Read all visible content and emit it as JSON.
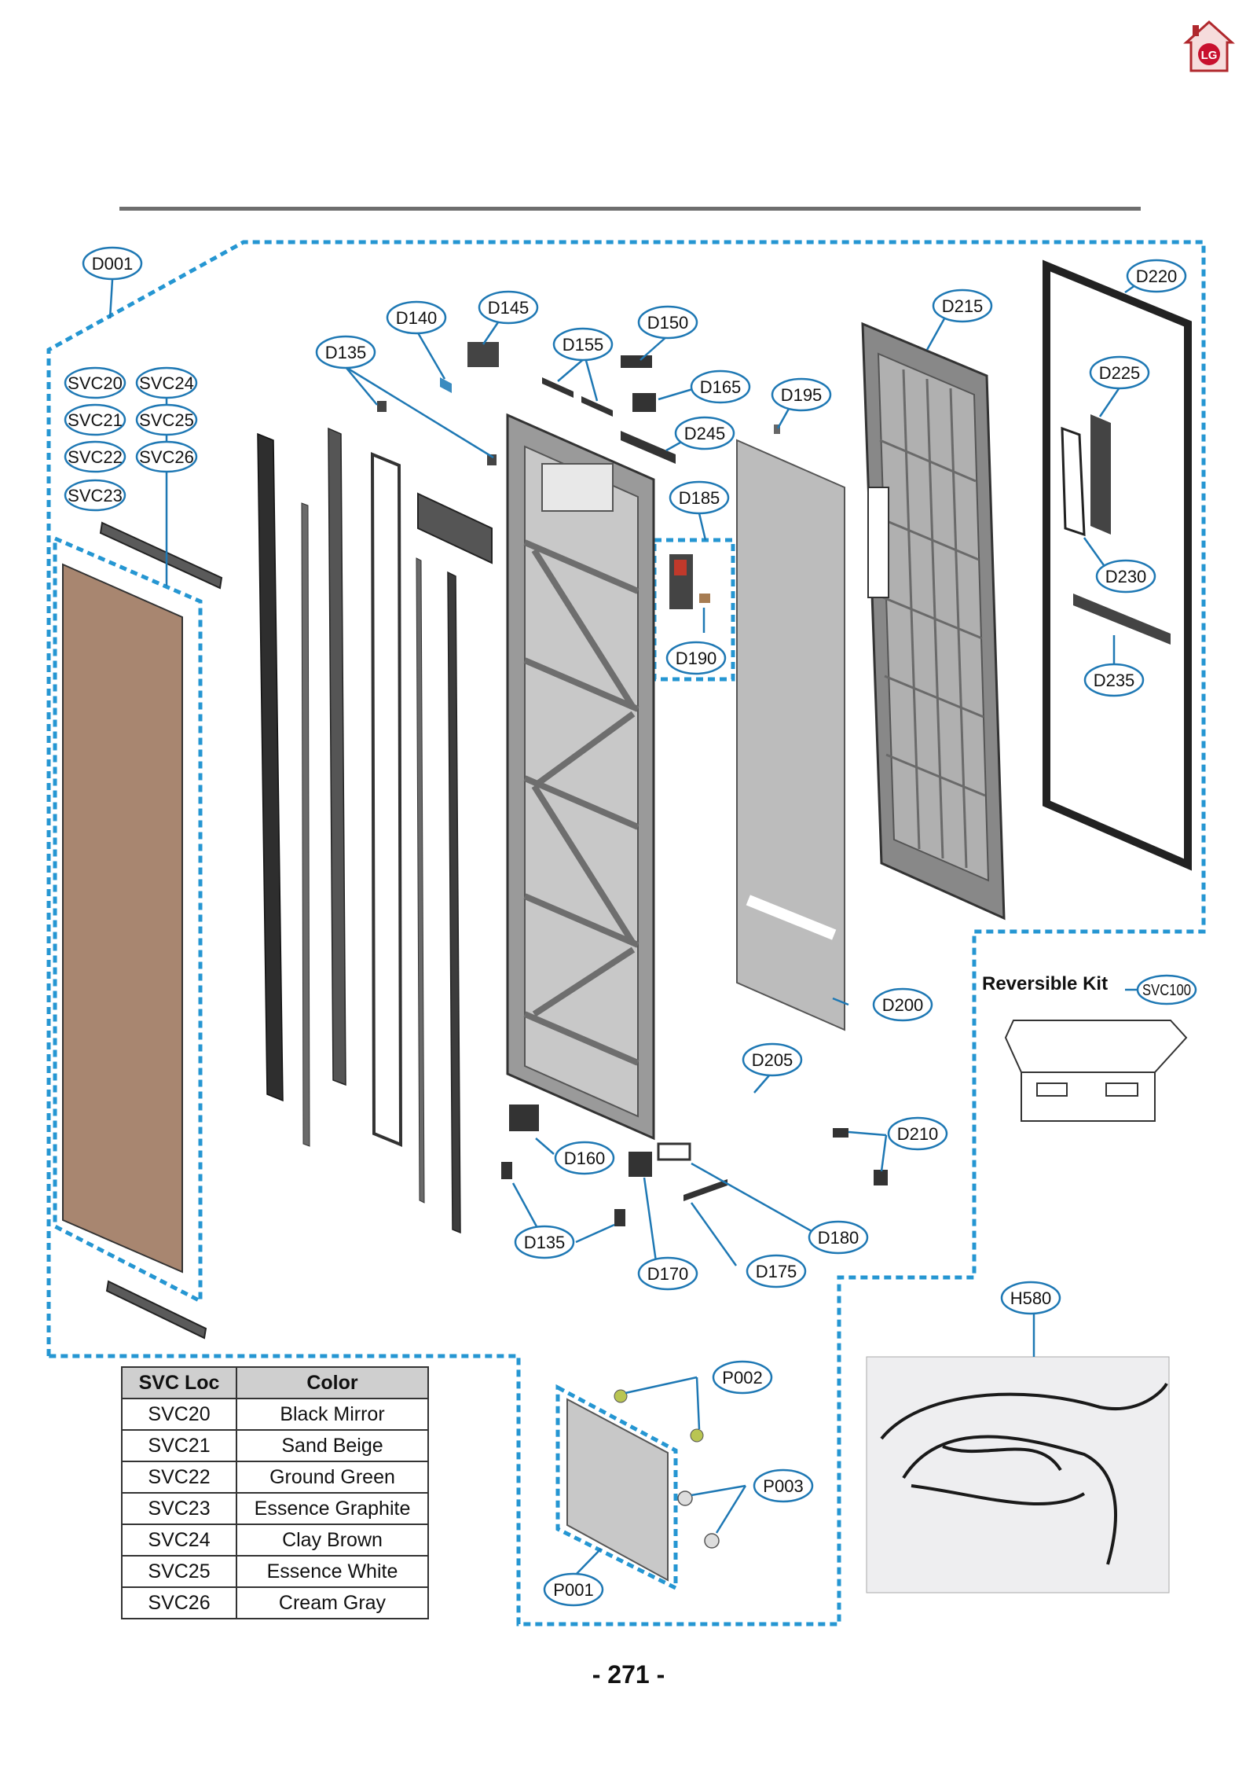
{
  "page": {
    "number": "- 271 -"
  },
  "colors": {
    "accent": "#2596d2",
    "callout_border": "#1e78b4",
    "panel": "#a88670"
  },
  "callouts": {
    "D001": "D001",
    "D135": "D135",
    "D140": "D140",
    "D145": "D145",
    "D150": "D150",
    "D155": "D155",
    "D160": "D160",
    "D165": "D165",
    "D170": "D170",
    "D175": "D175",
    "D180": "D180",
    "D185": "D185",
    "D190": "D190",
    "D195": "D195",
    "D200": "D200",
    "D205": "D205",
    "D210": "D210",
    "D215": "D215",
    "D220": "D220",
    "D225": "D225",
    "D230": "D230",
    "D235": "D235",
    "D245": "D245",
    "SVC20": "SVC20",
    "SVC21": "SVC21",
    "SVC22": "SVC22",
    "SVC23": "SVC23",
    "SVC24": "SVC24",
    "SVC25": "SVC25",
    "SVC26": "SVC26",
    "SVC100": "SVC100",
    "H580": "H580",
    "P001": "P001",
    "P002": "P002",
    "P003": "P003"
  },
  "kit": {
    "label": "Reversible Kit"
  },
  "svc_table": {
    "headers": [
      "SVC Loc",
      "Color"
    ],
    "rows": [
      [
        "SVC20",
        "Black Mirror"
      ],
      [
        "SVC21",
        "Sand Beige"
      ],
      [
        "SVC22",
        "Ground Green"
      ],
      [
        "SVC23",
        "Essence Graphite"
      ],
      [
        "SVC24",
        "Clay Brown"
      ],
      [
        "SVC25",
        "Essence White"
      ],
      [
        "SVC26",
        "Cream Gray"
      ]
    ]
  }
}
